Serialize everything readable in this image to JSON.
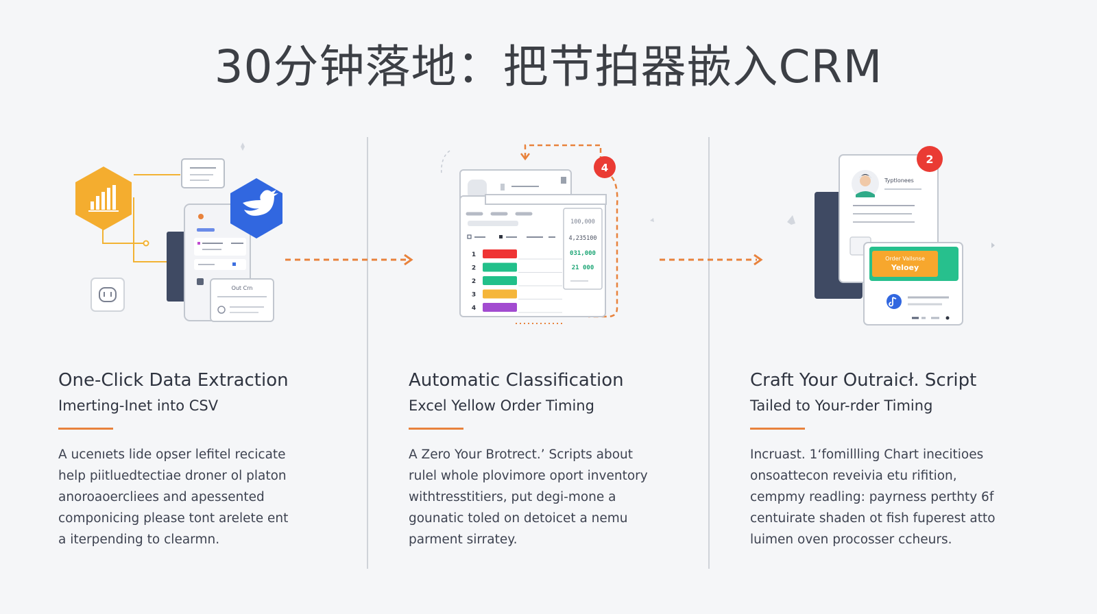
{
  "title": "30分钟落地：把节拍器嵌入CRM",
  "colors": {
    "accent": "#e8823c",
    "background": "#f5f6f8",
    "text": "#2f3440"
  },
  "steps": [
    {
      "heading": "One-Click Data Extraction",
      "subheading": "Imerting-Inet into CSV",
      "body_lines": [
        "A ucenıets lide opser lefitel recicate",
        "help piitluedtectiae droner ol platon",
        "anoroaoercliees and apessented",
        "componicing please tont arelete ent",
        "a iterpending to clearmn."
      ],
      "illustration": {
        "icons": [
          "bar-chart-icon",
          "twitter-bird-icon",
          "face-icon"
        ],
        "labels": [
          "Out Crn"
        ]
      }
    },
    {
      "heading": "Automatic Classification",
      "subheading": "Excel Yellow Order Timing",
      "body_lines": [
        "A Zero Your Brotrect.’ Scripts about",
        "rulel whole plovimore oport inventory",
        "withtresstitiers, put degi-mone a",
        "gounatic toled on detoicet a nemu",
        "parment sirratey."
      ],
      "illustration": {
        "badge": "4",
        "row_numbers": [
          "1",
          "2",
          "2",
          "3",
          "4"
        ],
        "values": [
          "100,000",
          "4,235100",
          "031,000",
          "21 000"
        ],
        "bar_colors": [
          "#ef3434",
          "#22c08a",
          "#22c08a",
          "#f5b63a",
          "#a24bd0"
        ]
      }
    },
    {
      "heading": "Craft Your Outraicł. Script",
      "subheading": "Tailed to Your-rder Timing",
      "body_lines": [
        "Incruast. 1ʻfomillling Chart inecitioes",
        "onsoattecon reveivia etu rifition,",
        "cempmy readling: payrness perthty 6f",
        "centuirate shaden ot fish fuperest atto",
        "luimen oven procosser ccheurs."
      ],
      "illustration": {
        "badge": "2",
        "card_name": "Typtlonees",
        "order_line1": "Order Vallsnse",
        "order_line2": "Yeloey",
        "icons": [
          "avatar-icon",
          "music-note-icon"
        ]
      }
    }
  ]
}
